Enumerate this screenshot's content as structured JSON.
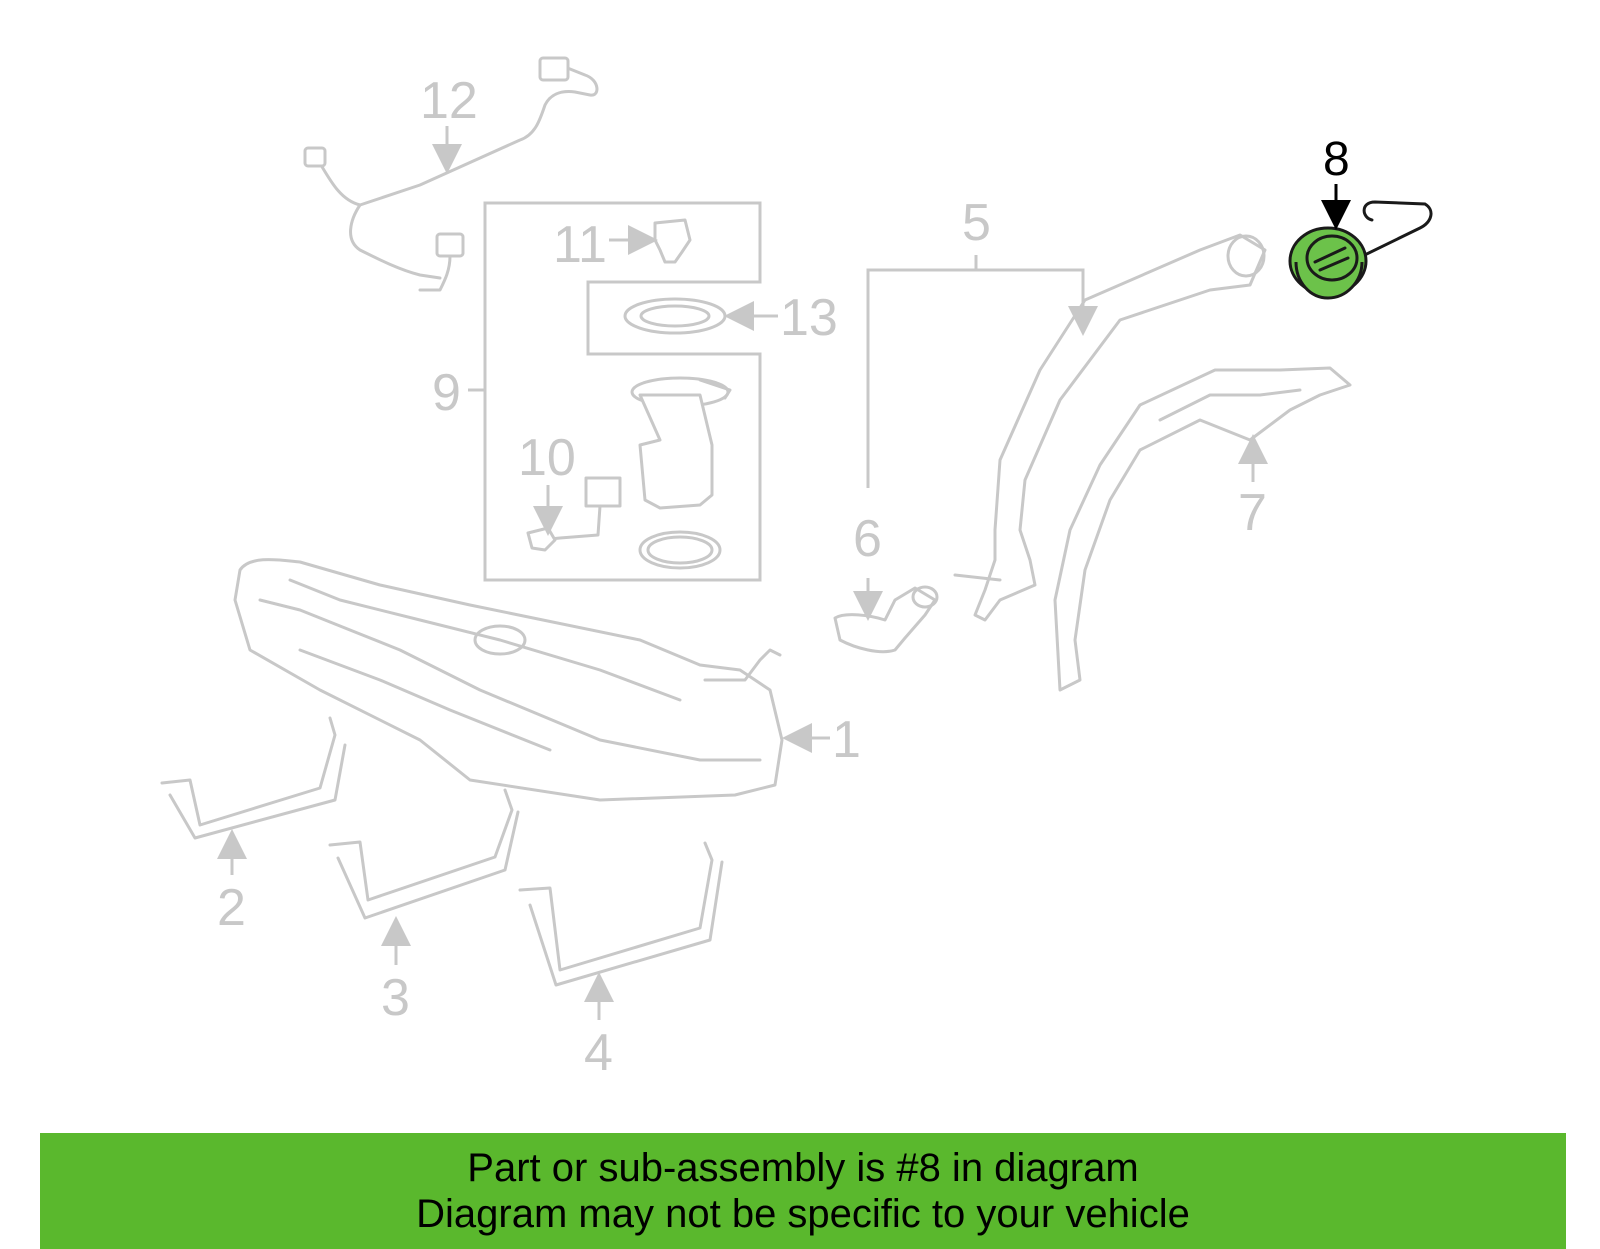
{
  "highlight_color": "#6cc24a",
  "banner_color": "#5ab82d",
  "callouts": {
    "c1": "1",
    "c2": "2",
    "c3": "3",
    "c4": "4",
    "c5": "5",
    "c6": "6",
    "c7": "7",
    "c8": "8",
    "c9": "9",
    "c10": "10",
    "c11": "11",
    "c12": "12",
    "c13": "13"
  },
  "highlighted_part": "8",
  "banner": {
    "line1": "Part or sub-assembly is #8 in diagram",
    "line2": "Diagram may not be specific to your vehicle"
  }
}
